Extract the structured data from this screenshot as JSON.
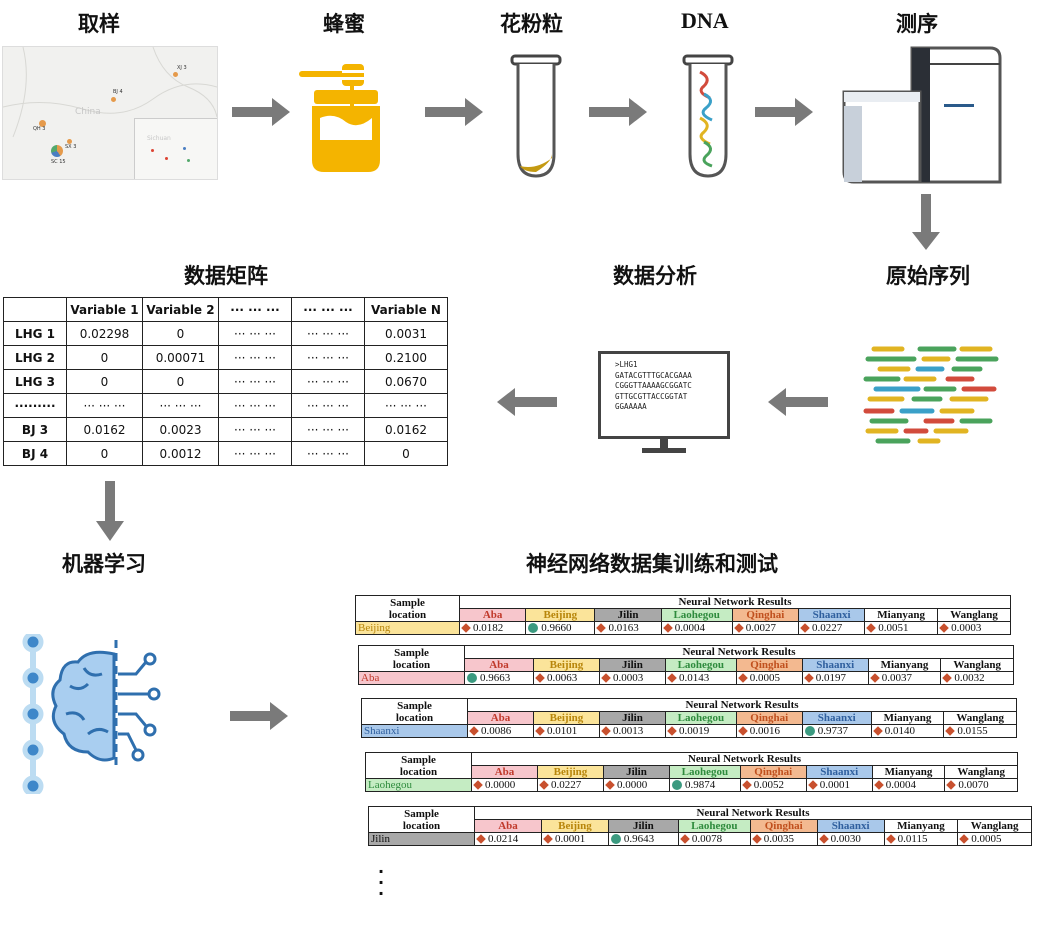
{
  "steps": {
    "sampling": "取样",
    "honey": "蜂蜜",
    "pollen": "花粉粒",
    "dna": "DNA",
    "sequencing": "测序",
    "raw_sequence": "原始序列",
    "data_analysis": "数据分析",
    "data_matrix": "数据矩阵",
    "machine_learning": "机器学习",
    "nn_train_test": "神经网络数据集训练和测试"
  },
  "map": {
    "labels": [
      "XJ 3",
      "BJ 4",
      "China",
      "QH 3",
      "SX 3",
      "SC 15",
      "Sichuan"
    ],
    "country_label": "China"
  },
  "monitor_text": [
    ">LHG1",
    "GATACGTTTGCACGAAA",
    "CGGGTTAAAAGCGGATC",
    "GTTGCGTTACCGGTAT",
    "GGAAAAA"
  ],
  "matrix": {
    "headers": [
      "",
      "Variable 1",
      "Variable 2",
      "··· ··· ···",
      "··· ··· ···",
      "Variable N"
    ],
    "rows": [
      [
        "LHG 1",
        "0.02298",
        "0",
        "··· ··· ···",
        "··· ··· ···",
        "0.0031"
      ],
      [
        "LHG 2",
        "0",
        "0.00071",
        "··· ··· ···",
        "··· ··· ···",
        "0.2100"
      ],
      [
        "LHG 3",
        "0",
        "0",
        "··· ··· ···",
        "··· ··· ···",
        "0.0670"
      ],
      [
        "·········",
        "··· ··· ···",
        "··· ··· ···",
        "··· ··· ···",
        "··· ··· ···",
        "··· ··· ···"
      ],
      [
        "BJ 3",
        "0.0162",
        "0.0023",
        "··· ··· ···",
        "··· ··· ···",
        "0.0162"
      ],
      [
        "BJ 4",
        "0",
        "0.0012",
        "··· ··· ···",
        "··· ··· ···",
        "0"
      ]
    ]
  },
  "results": {
    "sample_location_label": "Sample location",
    "sample_label_top": "Sample",
    "sample_label_bottom": "location",
    "nn_label": "Neural Network Results",
    "classes": [
      "Aba",
      "Beijing",
      "Jilin",
      "Laohegou",
      "Qinghai",
      "Shaanxi",
      "Mianyang",
      "Wanglang"
    ],
    "class_colors": [
      "#f7c6cc",
      "#fbe49a",
      "#a8a8a8",
      "#c5ecc3",
      "#f3b990",
      "#a9c8ea",
      "#ffffff",
      "#ffffff"
    ],
    "class_text_colors": [
      "#c0392b",
      "#b8860b",
      "#111111",
      "#2e8b3d",
      "#c0501e",
      "#2f5f9e",
      "#111111",
      "#111111"
    ],
    "tables": [
      {
        "location": "Beijing",
        "loc_color": "#fbe49a",
        "loc_text": "#b8860b",
        "values": [
          "0.0182",
          "0.9660",
          "0.0163",
          "0.0004",
          "0.0027",
          "0.0227",
          "0.0051",
          "0.0003"
        ],
        "top_index": 1
      },
      {
        "location": "Aba",
        "loc_color": "#f7c6cc",
        "loc_text": "#c0392b",
        "values": [
          "0.9663",
          "0.0063",
          "0.0003",
          "0.0143",
          "0.0005",
          "0.0197",
          "0.0037",
          "0.0032"
        ],
        "top_index": 0
      },
      {
        "location": "Shaanxi",
        "loc_color": "#a9c8ea",
        "loc_text": "#2f5f9e",
        "values": [
          "0.0086",
          "0.0101",
          "0.0013",
          "0.0019",
          "0.0016",
          "0.9737",
          "0.0140",
          "0.0155"
        ],
        "top_index": 5
      },
      {
        "location": "Laohegou",
        "loc_color": "#c5ecc3",
        "loc_text": "#2e8b3d",
        "values": [
          "0.0000",
          "0.0227",
          "0.0000",
          "0.9874",
          "0.0052",
          "0.0001",
          "0.0004",
          "0.0070"
        ],
        "top_index": 3
      },
      {
        "location": "Jilin",
        "loc_color": "#a8a8a8",
        "loc_text": "#111111",
        "values": [
          "0.0214",
          "0.0001",
          "0.9643",
          "0.0078",
          "0.0035",
          "0.0030",
          "0.0115",
          "0.0005"
        ],
        "top_index": 2
      }
    ]
  },
  "colors": {
    "arrow": "#7a7a7a",
    "honey": "#f4b400",
    "pollen": "#c49a12"
  }
}
